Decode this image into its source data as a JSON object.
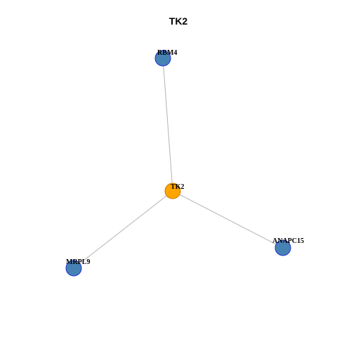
{
  "title": "TK2",
  "colors": {
    "center_fill": "#FFA500",
    "center_stroke": "#CC7A00",
    "neighbor_fill": "#4682B4",
    "neighbor_stroke": "#1F2FD9",
    "edge": "#B3B3B3",
    "label": "#000000"
  },
  "network": {
    "nodes": [
      {
        "id": "TK2",
        "label": "TK2",
        "role": "center"
      },
      {
        "id": "RBM4",
        "label": "RBM4",
        "role": "neighbor"
      },
      {
        "id": "ANAPC15",
        "label": "ANAPC15",
        "role": "neighbor"
      },
      {
        "id": "MRPL9",
        "label": "MRPL9",
        "role": "neighbor"
      }
    ],
    "edges": [
      {
        "source": "TK2",
        "target": "RBM4"
      },
      {
        "source": "TK2",
        "target": "ANAPC15"
      },
      {
        "source": "TK2",
        "target": "MRPL9"
      }
    ]
  }
}
